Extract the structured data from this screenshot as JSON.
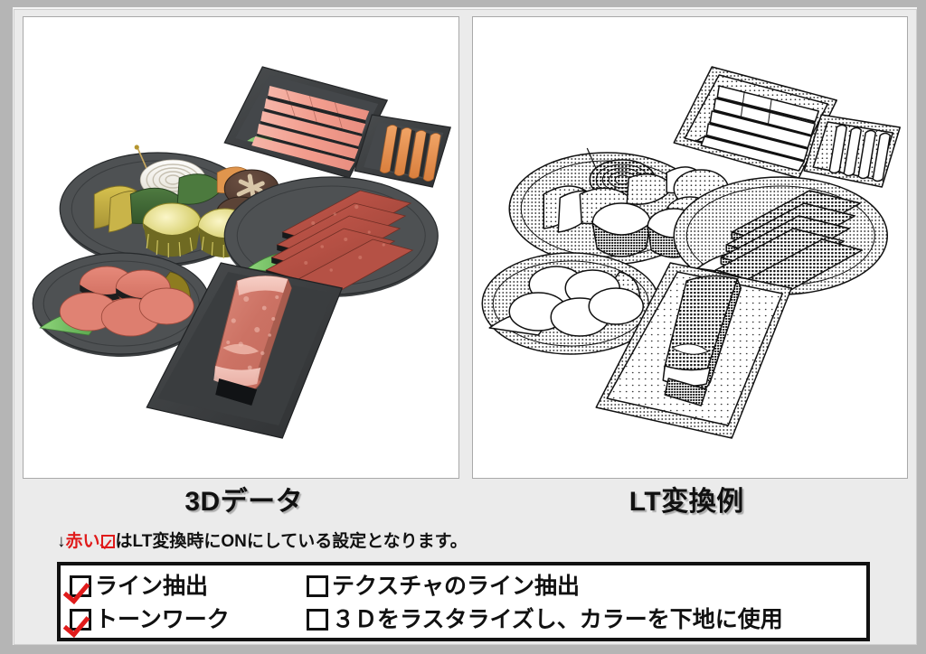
{
  "theme": {
    "page_background": "#b5b5b5",
    "sheet_background": "#ebebeb",
    "panel_background": "#ffffff",
    "panel_border": "#a9a9a9",
    "text_color": "#111111",
    "accent_red": "#e01b1b"
  },
  "panels": [
    {
      "id": "source-3d-panel",
      "caption": "3Dデータ",
      "render_style": "color-3d-render",
      "subject": "焼肉の盛り合わせ (yakiniku meat platter set)",
      "items": [
        "豚バラ肉の盛り皿 (sliced pork belly tray)",
        "ソーセージの盛り皿 (sausage tray)",
        "野菜の盛り皿 (vegetable plate: onion, zucchini, pumpkin, corn, shiitake)",
        "カルビの盛り皿 (short-rib slices plate)",
        "タン塩の盛り皿 (beef tongue plate)",
        "ステーキ肉のトレー (steak on tray)"
      ]
    },
    {
      "id": "lt-converted-panel",
      "caption": "LT変換例",
      "render_style": "line-art-halftone",
      "subject": "焼肉の盛り合わせ (same platter set, LT converted)",
      "items": [
        "豚バラ肉の盛り皿 (sliced pork belly tray)",
        "ソーセージの盛り皿 (sausage tray)",
        "野菜の盛り皿 (vegetable plate: onion, zucchini, pumpkin, corn, shiitake)",
        "カルビの盛り皿 (short-rib slices plate)",
        "タン塩の盛り皿 (beef tongue plate)",
        "ステーキ肉のトレー (steak on tray)"
      ]
    }
  ],
  "note": {
    "arrow": "↓",
    "red_prefix": "赤い",
    "rest": "はLT変換時にONにしている設定となります。",
    "full_text": "↓赤い☑はLT変換時にONにしている設定となります。"
  },
  "options": [
    {
      "label": "ライン抽出",
      "checked": true,
      "column": "left"
    },
    {
      "label": "トーンワーク",
      "checked": true,
      "column": "left"
    },
    {
      "label": "テクスチャのライン抽出",
      "checked": false,
      "column": "right"
    },
    {
      "label": "３Ｄをラスタライズし、カラーを下地に使用",
      "checked": false,
      "column": "right"
    }
  ]
}
